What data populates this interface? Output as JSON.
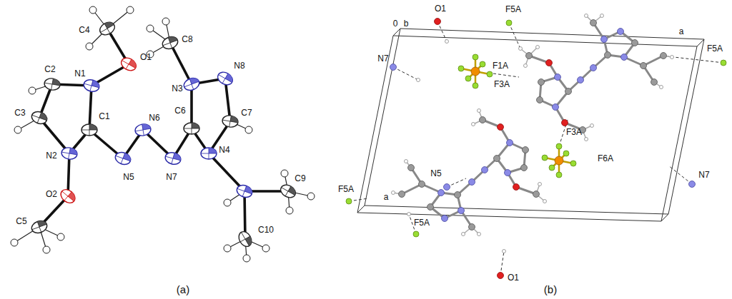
{
  "diagram": {
    "labels": [
      "C4",
      "O1",
      "N1",
      "C2",
      "C3",
      "C1",
      "N6",
      "N5",
      "N2",
      "O2",
      "C5",
      "C8",
      "N3",
      "N8",
      "C6",
      "N7",
      "C7",
      "N4",
      "C9",
      "C10",
      "(a)",
      "O1",
      "F5A",
      "0",
      "b",
      "a",
      "F5A",
      "N7",
      "F1A",
      "F3A",
      "N5",
      "F3A",
      "F6A",
      "N7",
      "F5A",
      "a",
      "F5A",
      "O1",
      "(b)"
    ]
  }
}
